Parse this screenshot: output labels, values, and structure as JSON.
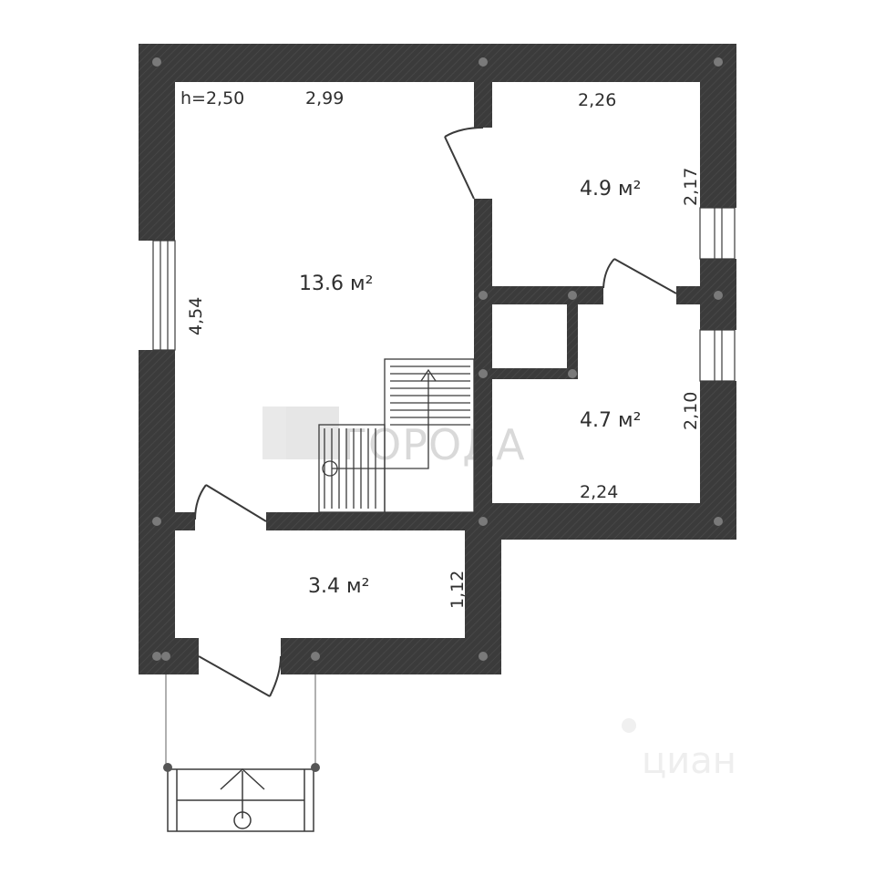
{
  "floor_plan": {
    "ceiling_height": "h=2,50",
    "rooms": [
      {
        "id": "main_room",
        "area": "13.6 м²",
        "dims": [
          "2,99",
          "4,54"
        ]
      },
      {
        "id": "room_top_right",
        "area": "4.9 м²",
        "dims": [
          "2,26",
          "2,17"
        ]
      },
      {
        "id": "room_bottom_right",
        "area": "4.7 м²",
        "dims": [
          "2,24",
          "2,10"
        ]
      },
      {
        "id": "vestibule",
        "area": "3.4 м²",
        "dims": [
          "1,12"
        ]
      }
    ],
    "colors": {
      "wall": "#3b3b3b",
      "line": "#3a3a3a",
      "watermark": "#d9d9d9"
    },
    "watermarks": {
      "logo_text": "ГОРОДА",
      "corner_text": "циан"
    }
  }
}
